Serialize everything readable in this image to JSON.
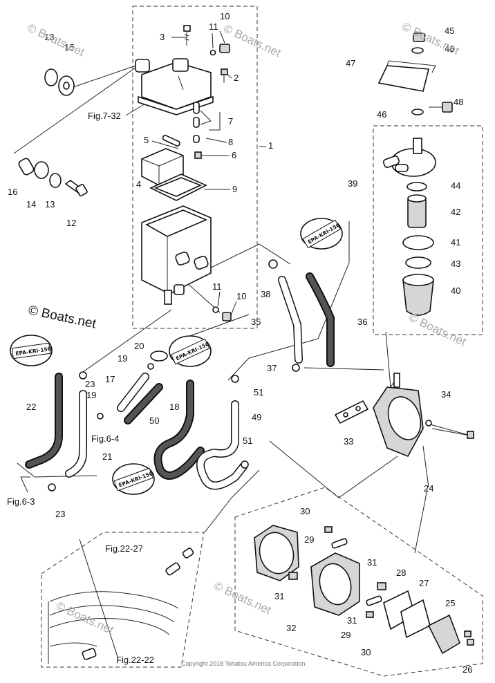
{
  "labels": {
    "n1": "1",
    "n2": "2",
    "n3": "3",
    "n4": "4",
    "n5": "5",
    "n6": "6",
    "n7": "7",
    "n8": "8",
    "n9": "9",
    "n10a": "10",
    "n10b": "10",
    "n11a": "11",
    "n11b": "11",
    "n12": "12",
    "n13a": "13",
    "n13b": "13",
    "n14": "14",
    "n15": "15",
    "n16": "16",
    "n17": "17",
    "n18": "18",
    "n19a": "19",
    "n19b": "19",
    "n20": "20",
    "n21": "21",
    "n22": "22",
    "n23a": "23",
    "n23b": "23",
    "n24": "24",
    "n25": "25",
    "n26": "26",
    "n27": "27",
    "n28": "28",
    "n29a": "29",
    "n29b": "29",
    "n30a": "30",
    "n30b": "30",
    "n31a": "31",
    "n31b": "31",
    "n31c": "31",
    "n32": "32",
    "n33": "33",
    "n34": "34",
    "n35": "35",
    "n36": "36",
    "n37": "37",
    "n38": "38",
    "n39": "39",
    "n40": "40",
    "n41": "41",
    "n42": "42",
    "n43": "43",
    "n44": "44",
    "n45": "45",
    "n46a": "46",
    "n46b": "46",
    "n47": "47",
    "n48": "48",
    "n49": "49",
    "n50": "50",
    "n51a": "51",
    "n51b": "51"
  },
  "figure_refs": {
    "fig7_32": "Fig.7-32",
    "fig6_4": "Fig.6-4",
    "fig6_3": "Fig.6-3",
    "fig22_27": "Fig.22-27",
    "fig22_22": "Fig.22-22"
  },
  "tags": {
    "epa1": "EPA-KRI-15G",
    "epa2": "EPA-KRI-15G",
    "epa3": "EPA-KRI-15G",
    "epa4": "EPA-KRI-15G"
  },
  "watermarks": {
    "main": "© Boats.net",
    "faint1": "© Boats.net",
    "faint2": "© Boats.net",
    "faint3": "© Boats.net",
    "faint4": "© Boats.net",
    "faint5": "© Boats.net",
    "faint6": "© Boats.net"
  },
  "copyright": "Copyright 2018 Tohatsu America Corporation",
  "colors": {
    "line": "#222222",
    "background": "#ffffff",
    "watermark": "#aaaaaa"
  }
}
